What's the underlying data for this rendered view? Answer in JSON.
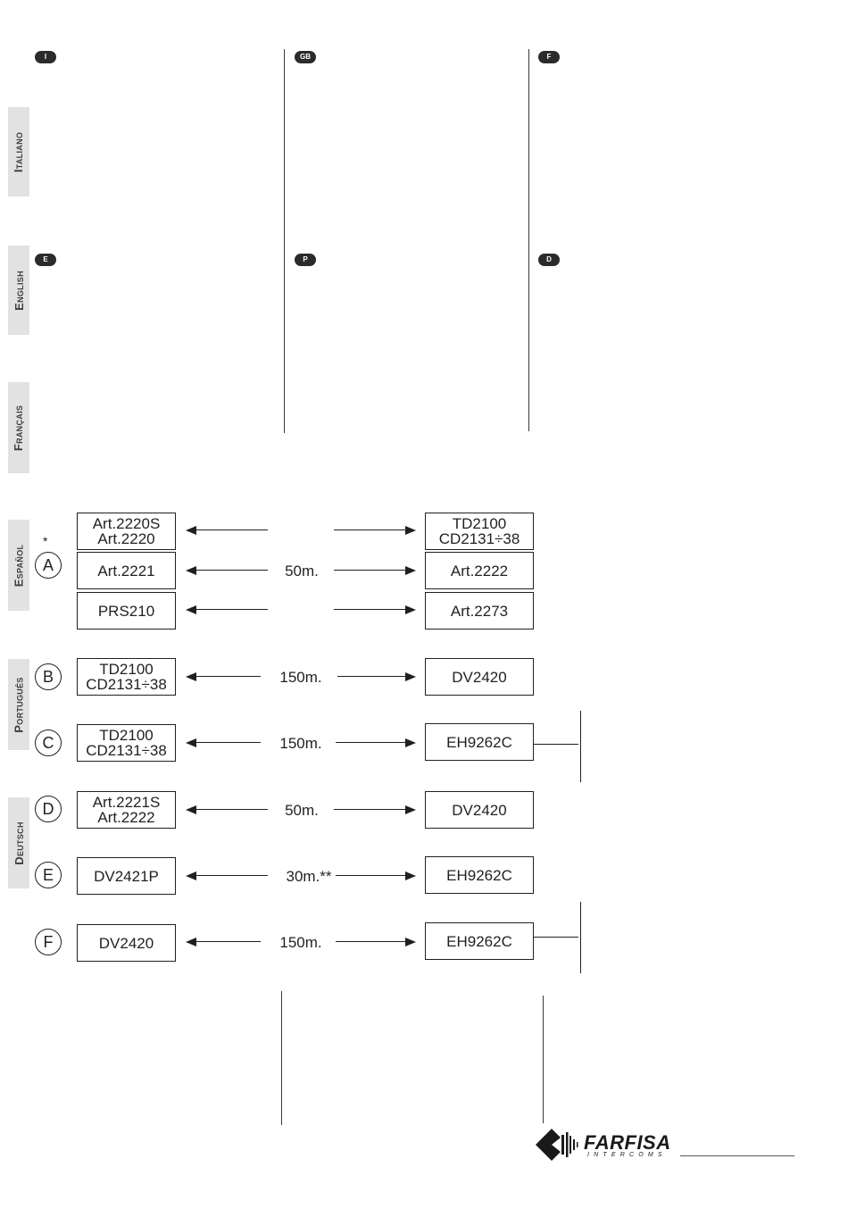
{
  "language_badges": {
    "italiano": "I",
    "english": "GB",
    "francais": "F",
    "espanol": "E",
    "portugues": "P",
    "deutsch": "D"
  },
  "language_tabs": {
    "italiano": "Italiano",
    "english": "English",
    "francais": "Français",
    "espanol": "Español",
    "portugues": "Português",
    "deutsch": "Deutsch"
  },
  "diagram": {
    "asterisk": "*",
    "rows": {
      "A": {
        "label": "A",
        "distance": "50m.",
        "lines": [
          {
            "left": [
              "Art.2220S",
              "Art.2220"
            ],
            "right": [
              "TD2100",
              "CD2131÷38"
            ]
          },
          {
            "left": [
              "Art.2221"
            ],
            "right": [
              "Art.2222"
            ]
          },
          {
            "left": [
              "PRS210"
            ],
            "right": [
              "Art.2273"
            ]
          }
        ]
      },
      "B": {
        "label": "B",
        "distance": "150m.",
        "left": [
          "TD2100",
          "CD2131÷38"
        ],
        "right": [
          "DV2420"
        ]
      },
      "C": {
        "label": "C",
        "distance": "150m.",
        "left": [
          "TD2100",
          "CD2131÷38"
        ],
        "right": [
          "EH9262C"
        ]
      },
      "D": {
        "label": "D",
        "distance": "50m.",
        "left": [
          "Art.2221S",
          "Art.2222"
        ],
        "right": [
          "DV2420"
        ]
      },
      "E": {
        "label": "E",
        "distance": "30m.**",
        "left": [
          "DV2421P"
        ],
        "right": [
          "EH9262C"
        ]
      },
      "F": {
        "label": "F",
        "distance": "150m.",
        "left": [
          "DV2420"
        ],
        "right": [
          "EH9262C"
        ]
      }
    }
  },
  "logo": {
    "brand": "FARFISA",
    "subtitle": "INTERCOMS"
  }
}
